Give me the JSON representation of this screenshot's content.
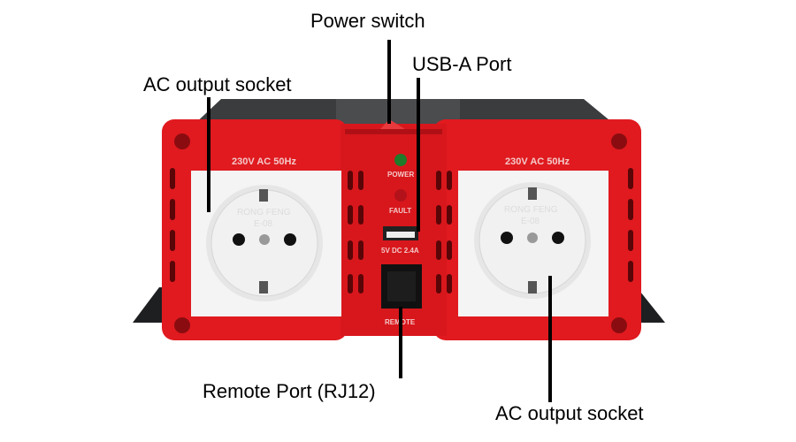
{
  "callouts": {
    "power_switch": "Power switch",
    "usb_port": "USB-A Port",
    "ac_left": "AC output socket",
    "remote": "Remote Port (RJ12)",
    "ac_right": "AC output socket"
  },
  "device_print": {
    "voltage_left": "230V AC 50Hz",
    "voltage_right": "230V AC 50Hz",
    "power_led": "POWER",
    "fault_led": "FAULT",
    "usb_rating": "5V DC 2.4A",
    "remote_label": "REMOTE",
    "socket_brand": "RONG FENG",
    "socket_model": "E-08"
  },
  "colors": {
    "housing": "#e01a1f",
    "socket": "#f4f4f4",
    "body": "#2d2f31",
    "power_led": "#1f7a2a",
    "fault_led": "#b3121a"
  }
}
